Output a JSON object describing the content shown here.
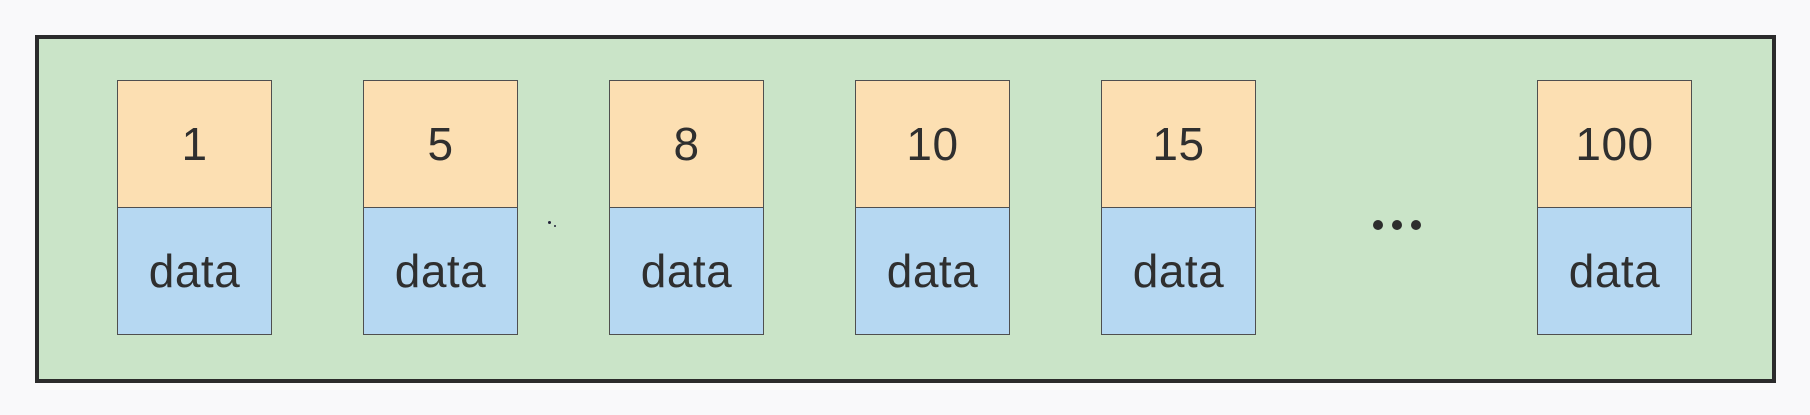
{
  "diagram": {
    "description": "sparse-array / key-data cells inside container",
    "nodes": [
      {
        "key": "1",
        "value": "data"
      },
      {
        "key": "5",
        "value": "data"
      },
      {
        "key": "8",
        "value": "data"
      },
      {
        "key": "10",
        "value": "data"
      },
      {
        "key": "15",
        "value": "data"
      },
      {
        "key": "100",
        "value": "data"
      }
    ],
    "ellipsis": "...",
    "colors": {
      "page_bg": "#f9f9fa",
      "panel_bg": "#cae4c8",
      "panel_border": "#2b2b2b",
      "key_cell_bg": "#fcdfb2",
      "data_cell_bg": "#b6d8f2",
      "cell_border": "#4f4f4f",
      "text": "#2f2f2f"
    }
  }
}
